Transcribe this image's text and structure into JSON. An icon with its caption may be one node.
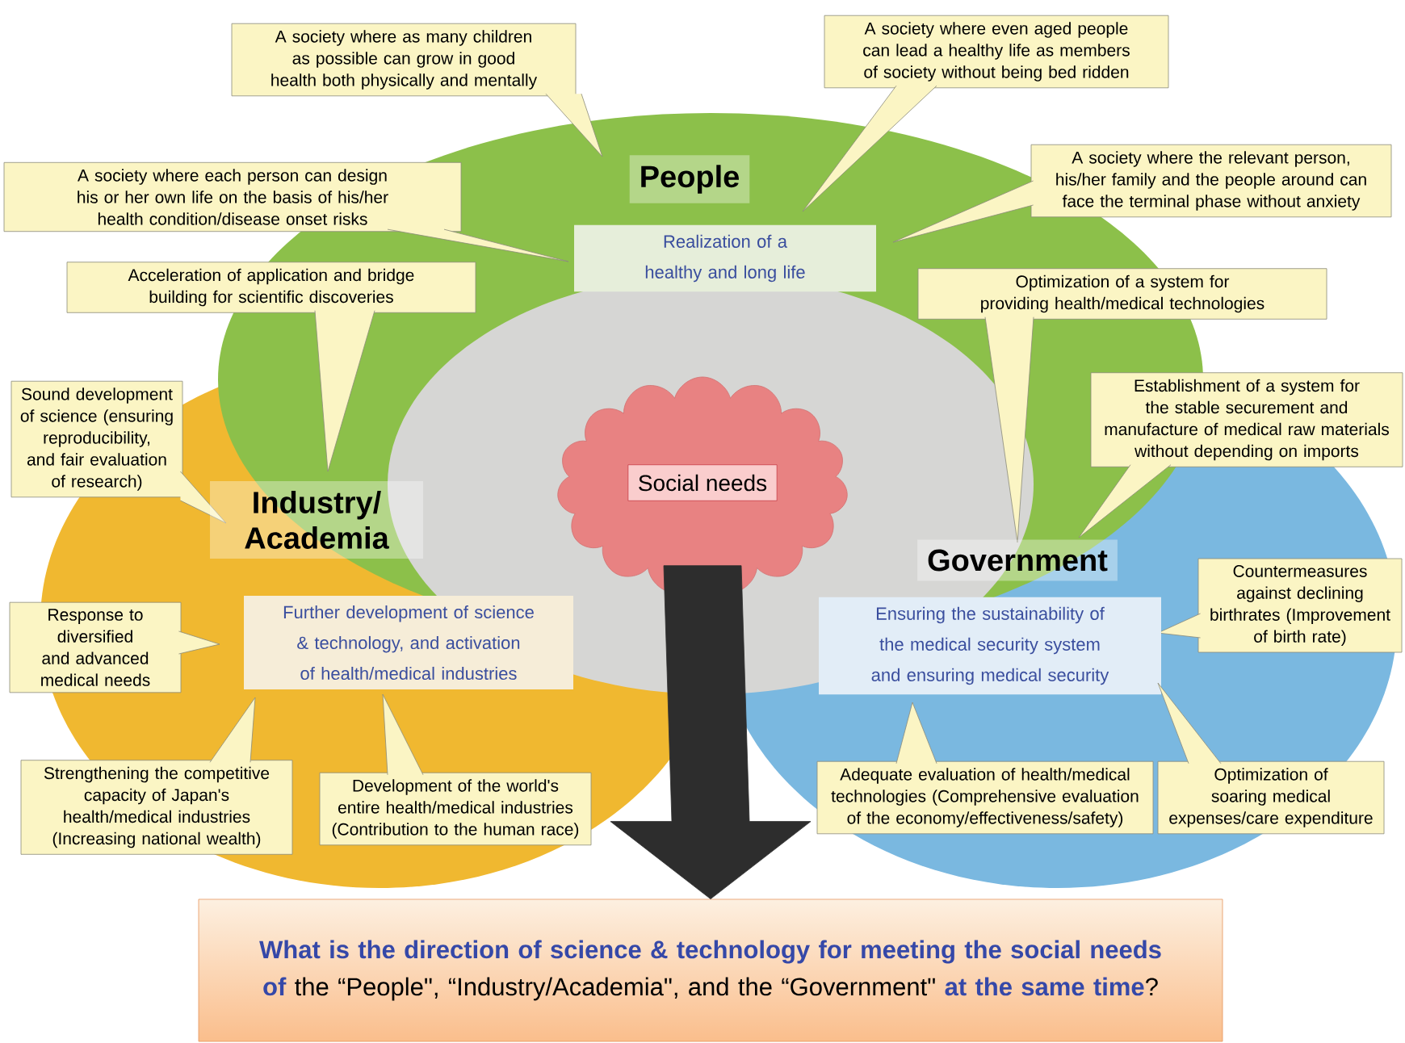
{
  "diagram": {
    "nodes": [
      {
        "text": [
          "A society where as many children as possible can grow in good health both physically and mentally"
        ]
      },
      {
        "text": [
          "A society where even aged people can lead a healthy life as members of society without being bed ridden"
        ]
      },
      {
        "text": [
          "People"
        ]
      },
      {
        "text": [
          "A society where each person can design his or her own life on the basis of his/her health condition/disease onset risks"
        ]
      },
      {
        "text": [
          "A society where the relevant person, his/her family and the people around can face the terminal phase without anxiety"
        ]
      },
      {
        "text": [
          "Realization of a healthy and long life"
        ]
      },
      {
        "text": [
          "Acceleration of application and bridge building for scientific discoveries"
        ]
      },
      {
        "text": [
          "Optimization of a system for providing health/medical technologies"
        ]
      },
      {
        "text": [
          "Sound development of science (ensuring reproducibility, and fair evaluation of research)"
        ]
      },
      {
        "text": [
          "Establishment of a system for the stable securement and manufacture of medical raw materials without depending on imports"
        ]
      },
      {
        "text": [
          "Social needs"
        ]
      },
      {
        "text": [
          "Industry/ Academia"
        ]
      },
      {
        "text": [
          "Government"
        ]
      },
      {
        "text": [
          "Response to diversified and advanced medical needs"
        ]
      },
      {
        "text": [
          "Countermeasures against declining birthrates (Improvement of birth rate)"
        ]
      },
      {
        "text": [
          "Further development of science & technology, and activation of health/medical industries"
        ]
      },
      {
        "text": [
          "Ensuring the sustainability of the medical security system and ensuring medical security"
        ]
      },
      {
        "text": [
          "Strengthening the competitive capacity of Japan's health/medical industries (Increasing national wealth)"
        ]
      },
      {
        "text": [
          "Development of the world's entire health/medical industries (Contribution to the human race)"
        ]
      },
      {
        "text": [
          "Adequate evaluation of health/medical technologies (Comprehensive evaluation of the economy/effectiveness/safety)"
        ]
      },
      {
        "text": [
          "Optimization of soaring medical expenses/care expenditure"
        ]
      },
      {
        "text": [
          "**What is the direction of science & technology for meeting the social needs of** the “People\", “Industry/Academia\", and the “Government\" **at the same time**?"
        ]
      }
    ],
    "edges": [
      {
        "from": 10,
        "to": 21,
        "arrow": "to",
        "style": "thick",
        "color": "#2d2d2d"
      }
    ]
  }
}
